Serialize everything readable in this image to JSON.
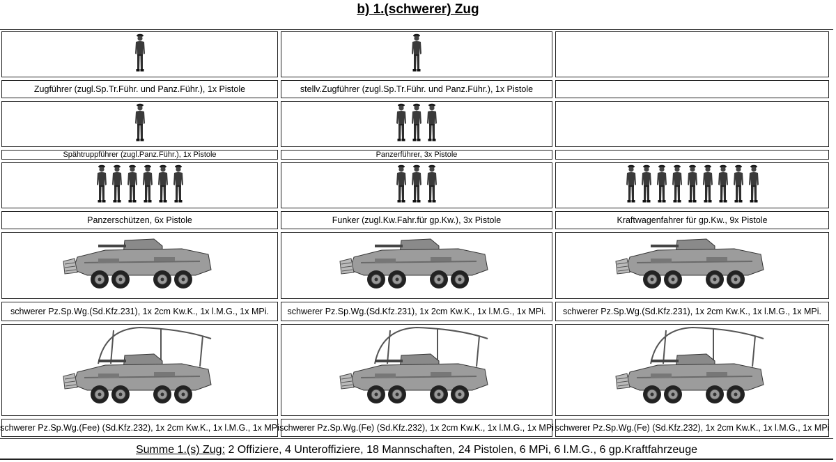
{
  "title": "b) 1.(schwerer) Zug",
  "rows": [
    {
      "cells": [
        {
          "count": 1,
          "label": "Zugführer (zugl.Sp.Tr.Führ. und Panz.Führ.), 1x Pistole"
        },
        {
          "count": 1,
          "label": "stellv.Zugführer (zugl.Sp.Tr.Führ. und Panz.Führ.), 1x Pistole"
        },
        {
          "count": 0,
          "label": ""
        }
      ]
    },
    {
      "cells": [
        {
          "count": 1,
          "label": "Spähtruppführer (zugl.Panz.Führ.), 1x Pistole"
        },
        {
          "count": 3,
          "label": "Panzerführer, 3x Pistole"
        },
        {
          "count": 0,
          "label": ""
        }
      ]
    },
    {
      "cells": [
        {
          "count": 6,
          "label": "Panzerschützen, 6x Pistole"
        },
        {
          "count": 3,
          "label": "Funker (zugl.Kw.Fahr.für gp.Kw.), 3x Pistole"
        },
        {
          "count": 9,
          "label": "Kraftwagenfahrer für gp.Kw., 9x Pistole"
        }
      ]
    },
    {
      "cells": [
        {
          "vehicle": "armored-car",
          "label": "schwerer Pz.Sp.Wg.(Sd.Kfz.231), 1x 2cm Kw.K., 1x l.M.G., 1x MPi."
        },
        {
          "vehicle": "armored-car",
          "label": "schwerer Pz.Sp.Wg.(Sd.Kfz.231), 1x 2cm Kw.K., 1x l.M.G., 1x MPi."
        },
        {
          "vehicle": "armored-car",
          "label": "schwerer Pz.Sp.Wg.(Sd.Kfz.231), 1x 2cm Kw.K., 1x l.M.G., 1x MPi."
        }
      ]
    },
    {
      "cells": [
        {
          "vehicle": "radio-armored-car",
          "label": "schwerer Pz.Sp.Wg.(Fee) (Sd.Kfz.232), 1x 2cm Kw.K., 1x l.M.G., 1x MPi"
        },
        {
          "vehicle": "radio-armored-car",
          "label": "schwerer Pz.Sp.Wg.(Fe) (Sd.Kfz.232), 1x 2cm Kw.K., 1x l.M.G., 1x MPi"
        },
        {
          "vehicle": "radio-armored-car",
          "label": "schwerer Pz.Sp.Wg.(Fe) (Sd.Kfz.232), 1x 2cm Kw.K., 1x l.M.G., 1x MPi"
        }
      ]
    }
  ],
  "summary": {
    "lead": "Summe 1.(s) Zug:",
    "text": " 2 Offiziere, 4 Unteroffiziere, 18 Mannschaften, 24 Pistolen, 6 MPi, 6 l.M.G., 6 gp.Kraftfahrzeuge"
  }
}
